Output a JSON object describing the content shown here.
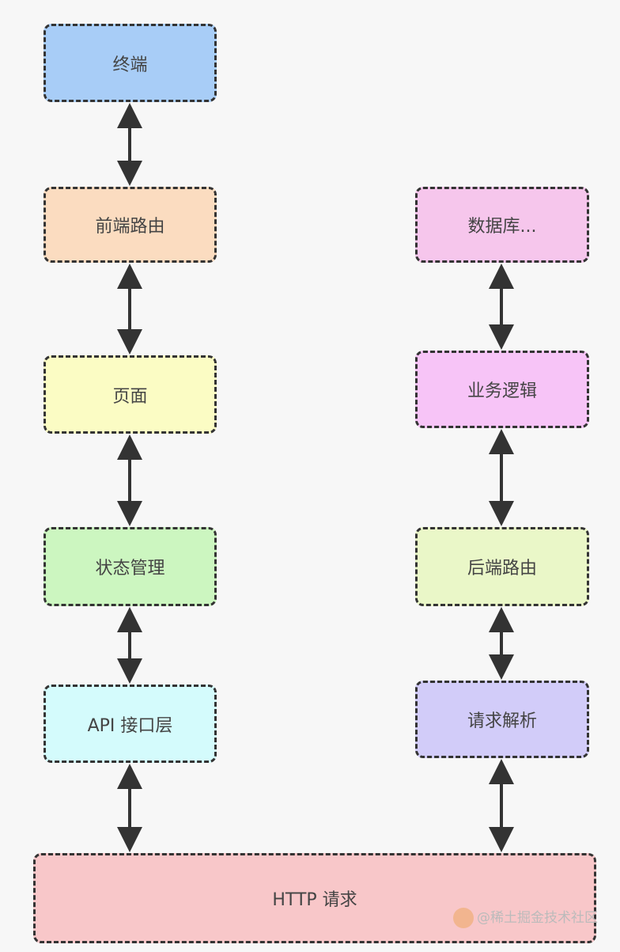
{
  "nodes": {
    "terminal": {
      "label": "终端",
      "color": "#a8cdf7"
    },
    "frontend_router": {
      "label": "前端路由",
      "color": "#fbdcc0"
    },
    "page": {
      "label": "页面",
      "color": "#fbfcc4"
    },
    "state": {
      "label": "状态管理",
      "color": "#ccf6c0"
    },
    "api": {
      "label": "API 接口层",
      "color": "#d4fbfc"
    },
    "db": {
      "label": "数据库...",
      "color": "#f6c6ec"
    },
    "biz": {
      "label": "业务逻辑",
      "color": "#f7c4f7"
    },
    "backend_router": {
      "label": "后端路由",
      "color": "#eaf7c8"
    },
    "parse": {
      "label": "请求解析",
      "color": "#d2ccf9"
    },
    "http": {
      "label": "HTTP 请求",
      "color": "#f8c7c9"
    }
  },
  "watermark": "@稀土掘金技术社区"
}
